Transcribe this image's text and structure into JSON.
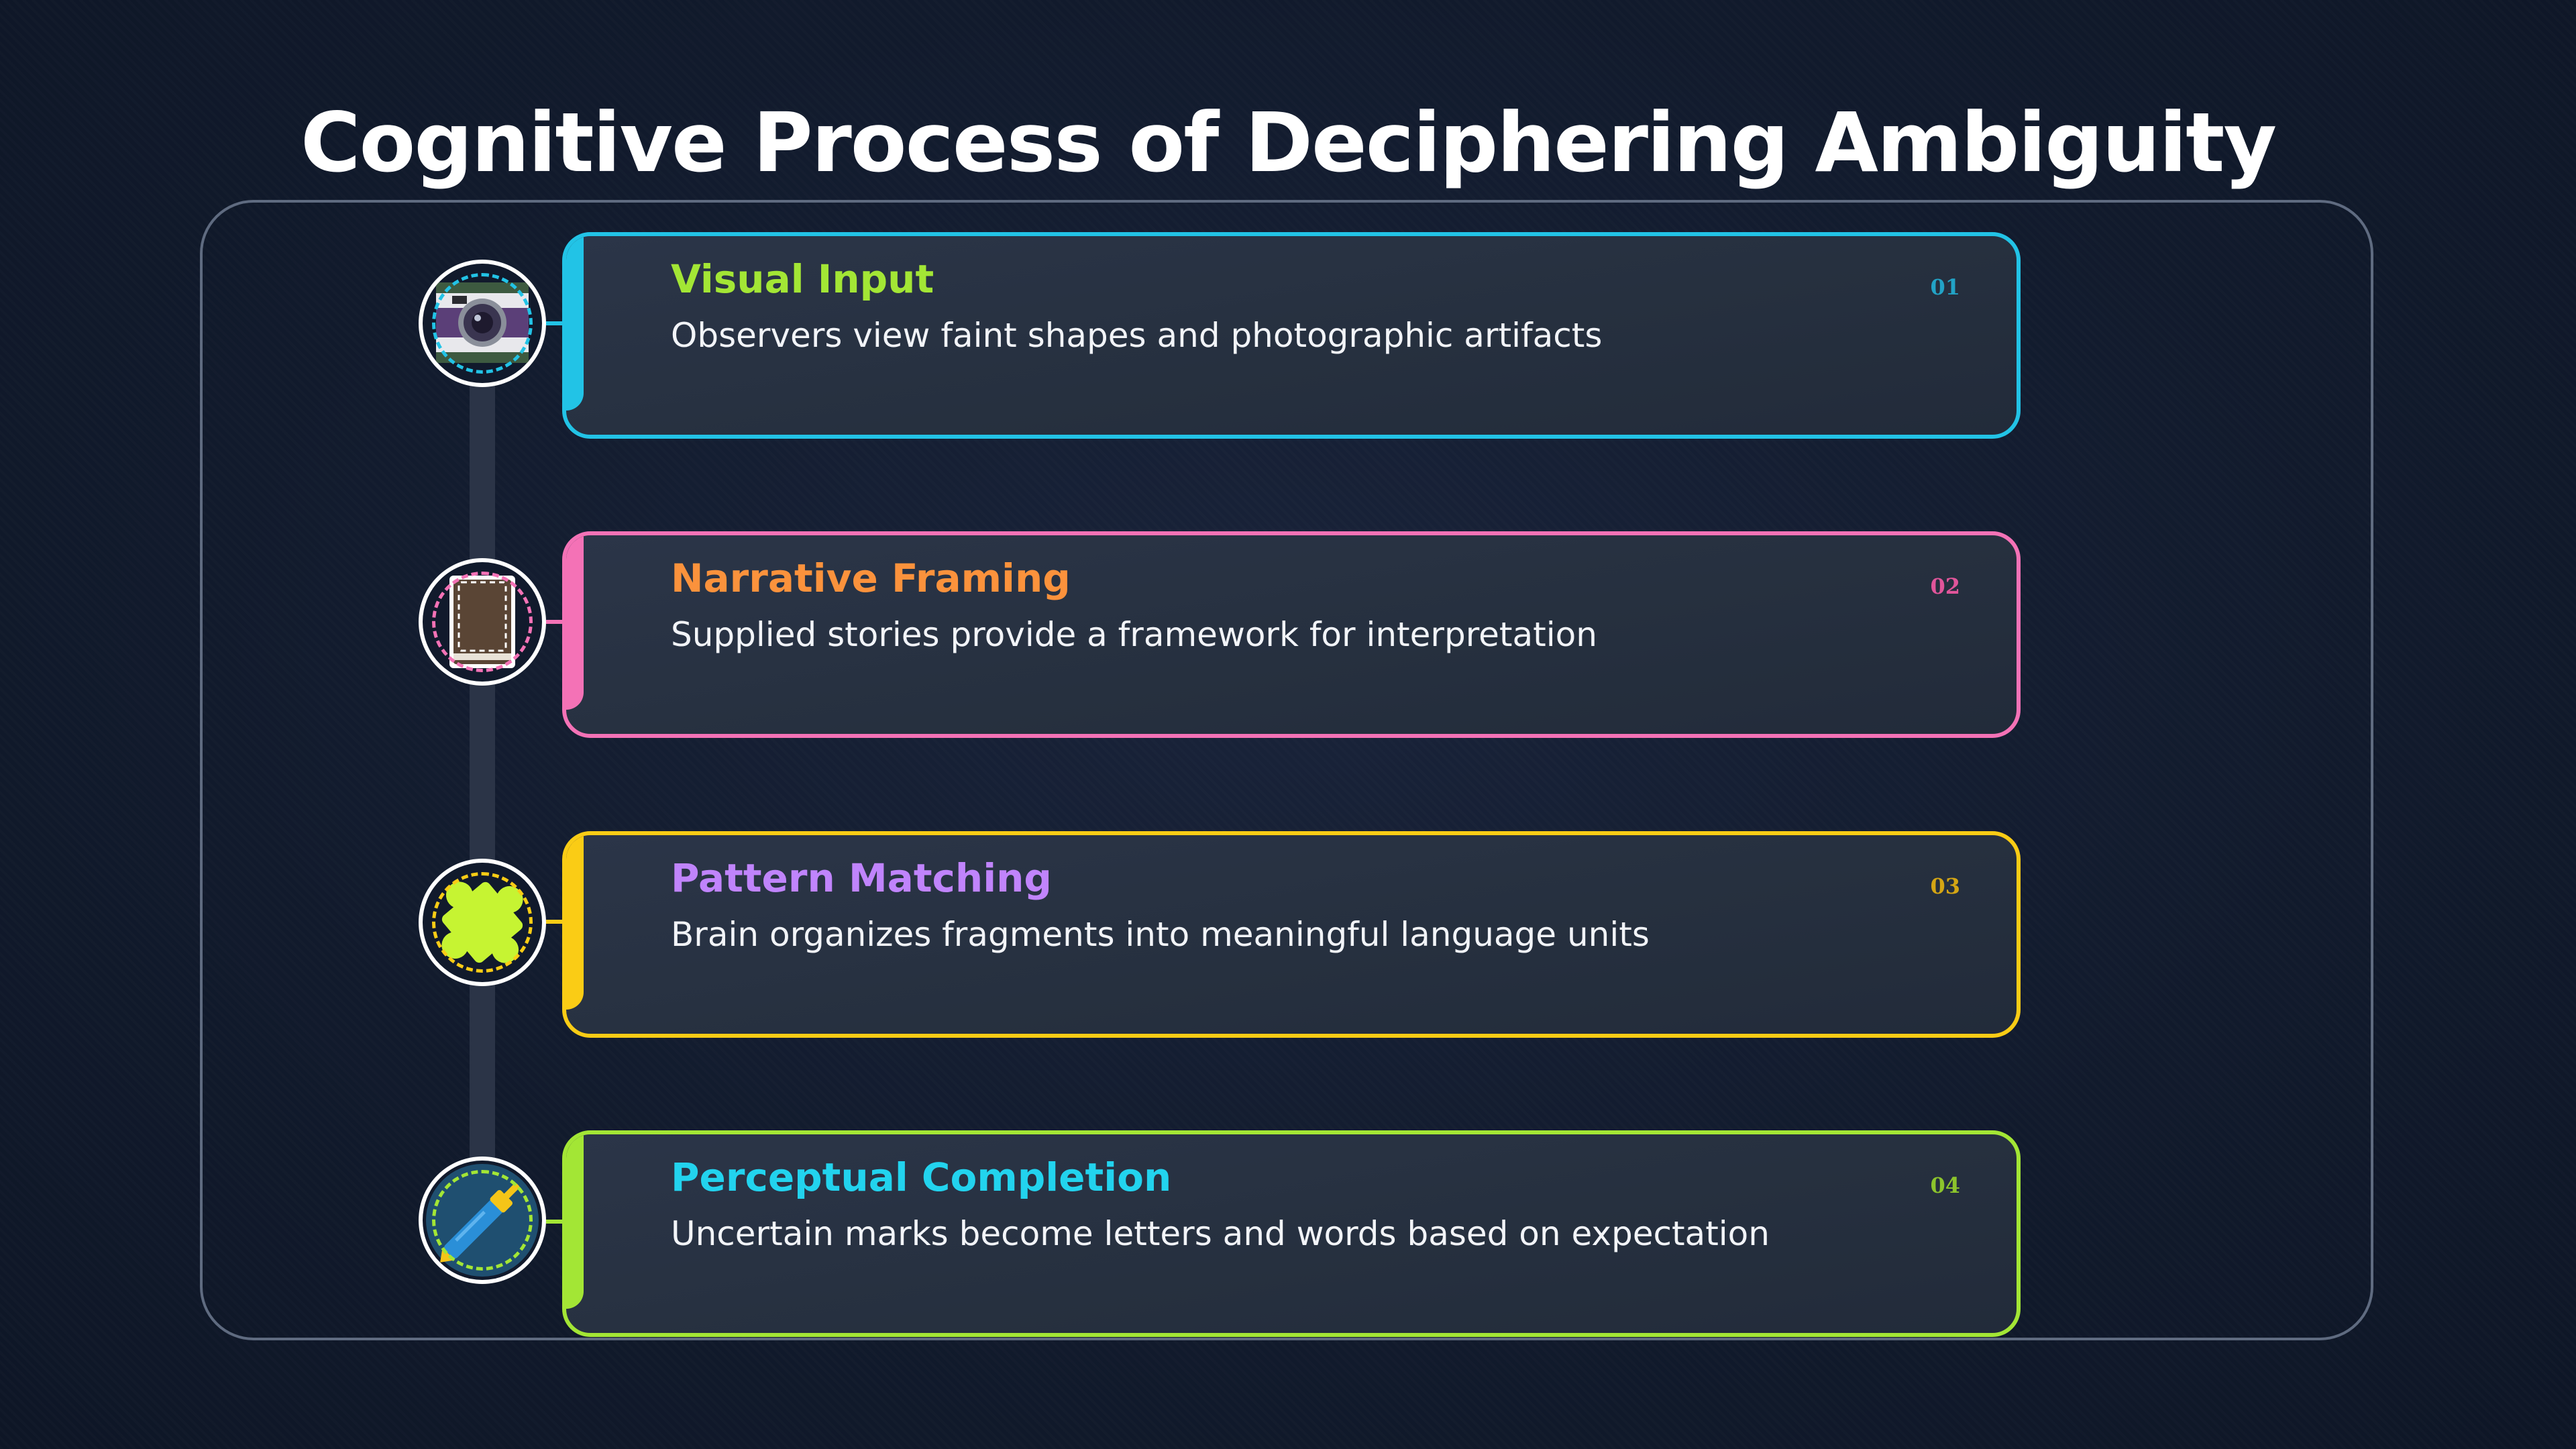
{
  "title": "Cognitive Process of Deciphering Ambiguity",
  "steps": [
    {
      "title": "Visual Input",
      "description": "Observers view faint shapes and photographic artifacts",
      "number": "01",
      "icon": "camera-icon",
      "title_color": "#a3e635",
      "accent_color": "#22c3e6",
      "number_color": "#22a3c6",
      "ring_color": "#22c3e6"
    },
    {
      "title": "Narrative Framing",
      "description": "Supplied stories provide a framework for interpretation",
      "number": "02",
      "icon": "book-icon",
      "title_color": "#fb923c",
      "accent_color": "#f472b6",
      "number_color": "#e0559a",
      "ring_color": "#f472b6"
    },
    {
      "title": "Pattern Matching",
      "description": "Brain organizes fragments into meaningful language units",
      "number": "03",
      "icon": "puzzle-piece-icon",
      "title_color": "#c084fc",
      "accent_color": "#facc15",
      "number_color": "#d4a514",
      "ring_color": "#facc15"
    },
    {
      "title": "Perceptual Completion",
      "description": "Uncertain marks become letters and words based on expectation",
      "number": "04",
      "icon": "pen-icon",
      "title_color": "#22d3ee",
      "accent_color": "#a3e635",
      "number_color": "#8cc42c",
      "ring_color": "#a3e635"
    }
  ]
}
